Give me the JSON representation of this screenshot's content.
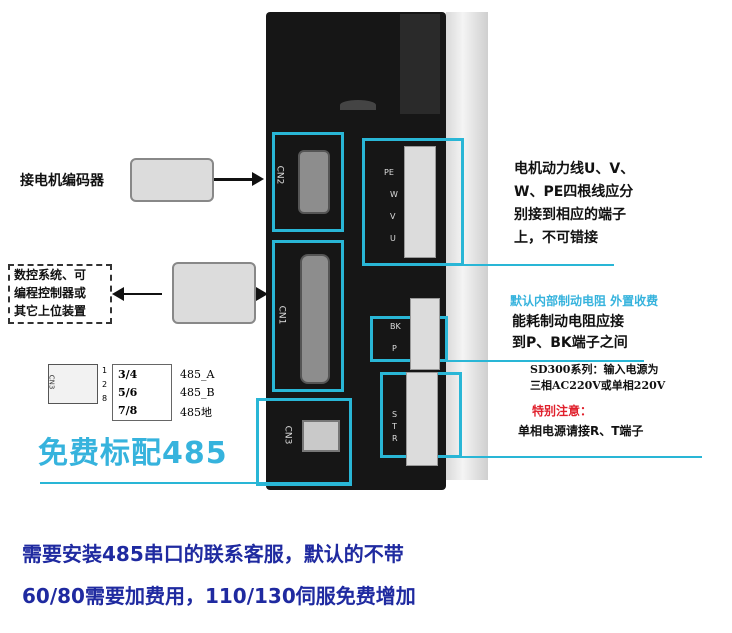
{
  "labels": {
    "encoder": "接电机编码器",
    "control_system": "数控系统、可\n编程控制器或\n其它上位装置",
    "motor_power": "电机动力线U、V、\nW、PE四根线应分\n别接到相应的端子\n上，不可错接",
    "internal_resistor": "默认内部制动电阻 外置收费",
    "energy_resistor": "能耗制动电阻应接\n到P、BK端子之间",
    "sd300": "SD300系列：输入电源为\n三相AC220V或单相220V",
    "special_note": "特别注意：",
    "single_phase": "单相电源请接R、T端子",
    "free_485": "免费标配485",
    "bottom_note_1": "需要安装485串口的联系客服，默认的不带",
    "bottom_note_2": "60/80需要加费用，110/130伺服免费增加"
  },
  "pin_table": {
    "cn_label": "CN3",
    "rows": [
      {
        "pins": "3/4",
        "signal": "485_A"
      },
      {
        "pins": "5/6",
        "signal": "485_B"
      },
      {
        "pins": "7/8",
        "signal": "485地"
      }
    ],
    "pin_numbers": [
      "1",
      "2",
      "8"
    ]
  },
  "connectors": {
    "cn2": "CN2",
    "cn1": "CN1",
    "cn3": "CN3"
  },
  "terminals_top": [
    "PE",
    "W",
    "V",
    "U"
  ],
  "terminals_mid": [
    "BK",
    "P"
  ],
  "terminals_bottom": [
    "S",
    "T",
    "R"
  ],
  "colors": {
    "accent": "#29b6d6",
    "heading_blue": "#1f2aa0",
    "warn_red": "#e0202c",
    "resistor_text": "#36b3dd",
    "device_body": "#151515"
  }
}
